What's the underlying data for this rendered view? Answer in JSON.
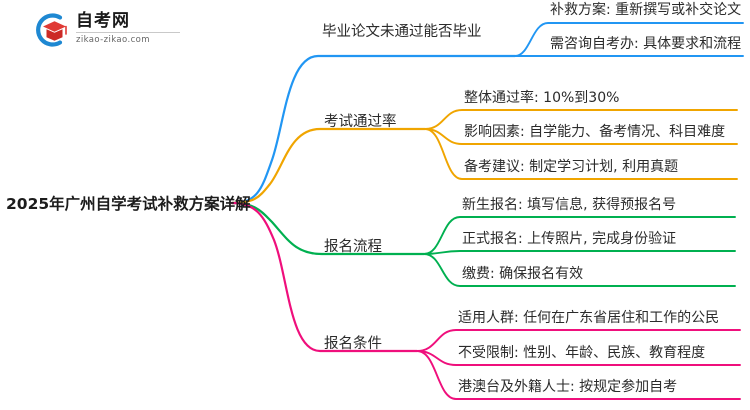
{
  "logo": {
    "icon_name": "zikao-logo-icon",
    "title": "自考网",
    "subtitle": "zikao-zikao.com",
    "arc_color": "#1e88d2",
    "cap_color": "#e03a35"
  },
  "mindmap": {
    "root": {
      "label": "2025年广州自学考试补救方案详解"
    },
    "branches": [
      {
        "label": "毕业论文未通过能否毕业",
        "color": "#2196f3",
        "children": [
          {
            "label": "补救方案: 重新撰写或补交论文"
          },
          {
            "label": "需咨询自考办: 具体要求和流程"
          }
        ]
      },
      {
        "label": "考试通过率",
        "color": "#f0a500",
        "children": [
          {
            "label": "整体通过率: 10%到30%"
          },
          {
            "label": "影响因素: 自学能力、备考情况、科目难度"
          },
          {
            "label": "备考建议: 制定学习计划, 利用真题"
          }
        ]
      },
      {
        "label": "报名流程",
        "color": "#00b050",
        "children": [
          {
            "label": "新生报名: 填写信息, 获得预报名号"
          },
          {
            "label": "正式报名: 上传照片, 完成身份验证"
          },
          {
            "label": "缴费: 确保报名有效"
          }
        ]
      },
      {
        "label": "报名条件",
        "color": "#ef0f7c",
        "children": [
          {
            "label": "适用人群: 任何在广东省居住和工作的公民"
          },
          {
            "label": "不受限制: 性别、年龄、民族、教育程度"
          },
          {
            "label": "港澳台及外籍人士: 按规定参加自考"
          }
        ]
      }
    ]
  }
}
